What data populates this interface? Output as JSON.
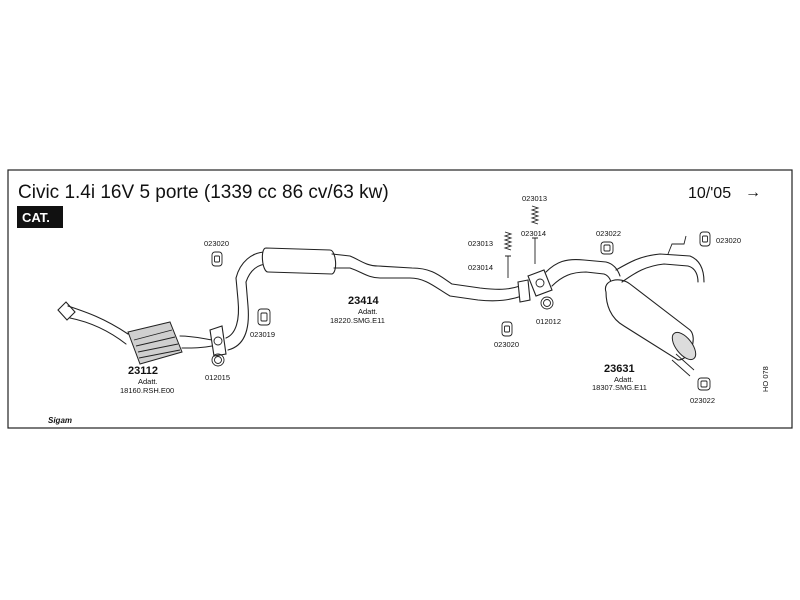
{
  "header": {
    "title": "Civic 1.4i 16V 5 porte (1339 cc 86 cv/63 kw)",
    "date": "10/'05",
    "date_arrow": "→",
    "badge": "CAT."
  },
  "parts": {
    "front": {
      "number": "23112",
      "adapter": "Adatt.",
      "adapter_code": "18160.RSH.E00"
    },
    "middle": {
      "number": "23414",
      "adapter": "Adatt.",
      "adapter_code": "18220.SMG.E11"
    },
    "rear": {
      "number": "23631",
      "adapter": "Adatt.",
      "adapter_code": "18307.SMG.E11"
    }
  },
  "accessories": {
    "a023020_top": "023020",
    "a023019": "023019",
    "a012015": "012015",
    "a023013_top": "023013",
    "a023013_left": "023013",
    "a023014_right": "023014",
    "a023014_left": "023014",
    "a023020_mid": "023020",
    "a012012": "012012",
    "a023022_top": "023022",
    "a023020_right": "023020",
    "a023022_bottom": "023022"
  },
  "reference": "HO 078",
  "brand": "Sigam"
}
